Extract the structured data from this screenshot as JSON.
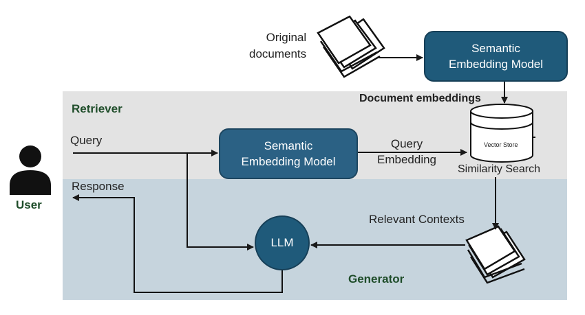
{
  "sections": {
    "retriever": "Retriever",
    "generator": "Generator"
  },
  "nodes": {
    "original_documents": [
      "Original",
      "documents"
    ],
    "top_embedding_model": [
      "Semantic",
      "Embedding Model"
    ],
    "document_embeddings": "Document embeddings",
    "vector_store": "Vector Store",
    "similarity_search": "Similarity Search",
    "mid_embedding_model": [
      "Semantic",
      "Embedding Model"
    ],
    "query_embedding": [
      "Query",
      "Embedding"
    ],
    "llm": "LLM",
    "relevant_contexts": "Relevant Contexts",
    "user": "User"
  },
  "flows": {
    "query": "Query",
    "response": "Response"
  },
  "colors": {
    "model_box": "#1f5a7a",
    "retriever_band": "#e3e3e3",
    "generator_band": "#c6d4dd",
    "section_label": "#1f4d2a"
  }
}
